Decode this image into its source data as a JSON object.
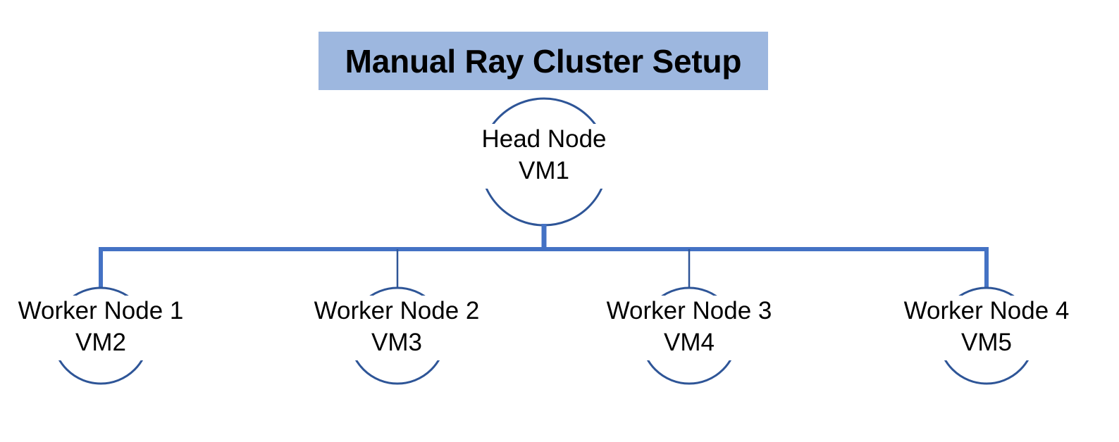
{
  "title": {
    "text": "Manual Ray Cluster Setup",
    "banner_color": "#9DB7DF",
    "text_color": "#000000"
  },
  "colors": {
    "circle_stroke": "#2E5597",
    "connector_thick": "#4472C4",
    "connector_thin": "#2E5597",
    "background": "#FFFFFF"
  },
  "head_node": {
    "name": "Head Node",
    "vm": "VM1"
  },
  "worker_nodes": [
    {
      "name": "Worker Node 1",
      "vm": "VM2"
    },
    {
      "name": "Worker Node 2",
      "vm": "VM3"
    },
    {
      "name": "Worker Node 3",
      "vm": "VM4"
    },
    {
      "name": "Worker Node 4",
      "vm": "VM5"
    }
  ],
  "diagram": {
    "type": "tree",
    "root": "Head Node",
    "children": [
      "Worker Node 1",
      "Worker Node 2",
      "Worker Node 3",
      "Worker Node 4"
    ]
  }
}
